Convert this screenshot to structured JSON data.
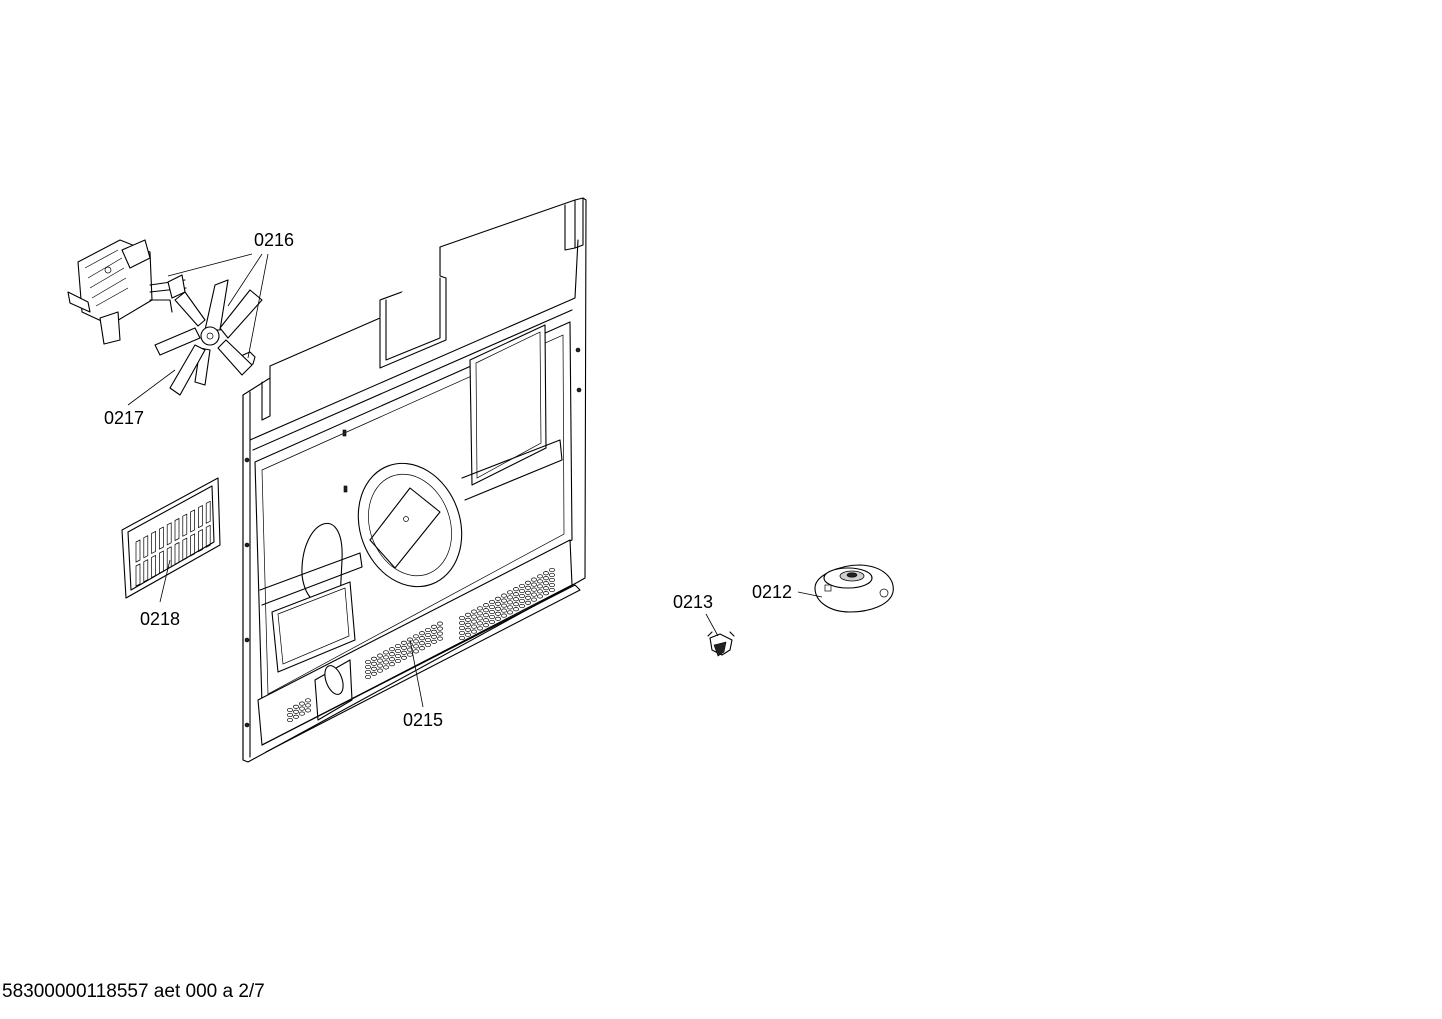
{
  "parts": [
    {
      "id": "0212",
      "label": "0212",
      "name": "lamp-socket"
    },
    {
      "id": "0213",
      "label": "0213",
      "name": "clip"
    },
    {
      "id": "0215",
      "label": "0215",
      "name": "back-wall-panel"
    },
    {
      "id": "0216",
      "label": "0216",
      "name": "fan-motor"
    },
    {
      "id": "0217",
      "label": "0217",
      "name": "fan-blade"
    },
    {
      "id": "0218",
      "label": "0218",
      "name": "fan-grille"
    }
  ],
  "footer": {
    "text": "58300000118557 aet 000 a 2/7"
  }
}
